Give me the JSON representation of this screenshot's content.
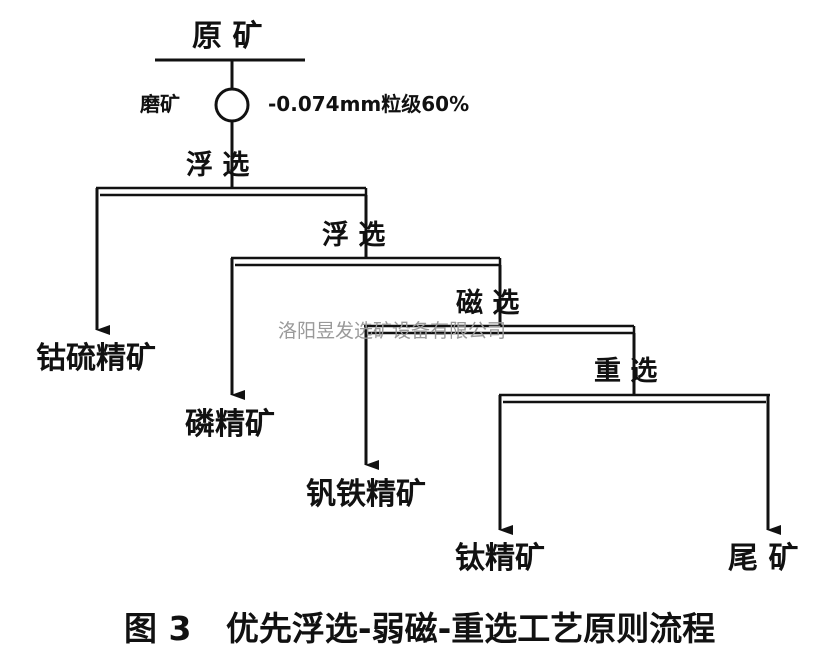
{
  "feed": "原 矿",
  "grinding": {
    "label": "磨矿",
    "spec": "-0.074mm粒级60%"
  },
  "stages": [
    {
      "label": "浮 选"
    },
    {
      "label": "浮 选"
    },
    {
      "label": "磁 选"
    },
    {
      "label": "重 选"
    }
  ],
  "products": {
    "co_s": "钴硫精矿",
    "phosphate": "磷精矿",
    "v_fe": "钒铁精矿",
    "ti": "钛精矿",
    "tailings": "尾 矿"
  },
  "watermark": "洛阳昱发选矿设备有限公司",
  "caption": "图 3   优先浮选-弱磁-重选工艺原则流程"
}
